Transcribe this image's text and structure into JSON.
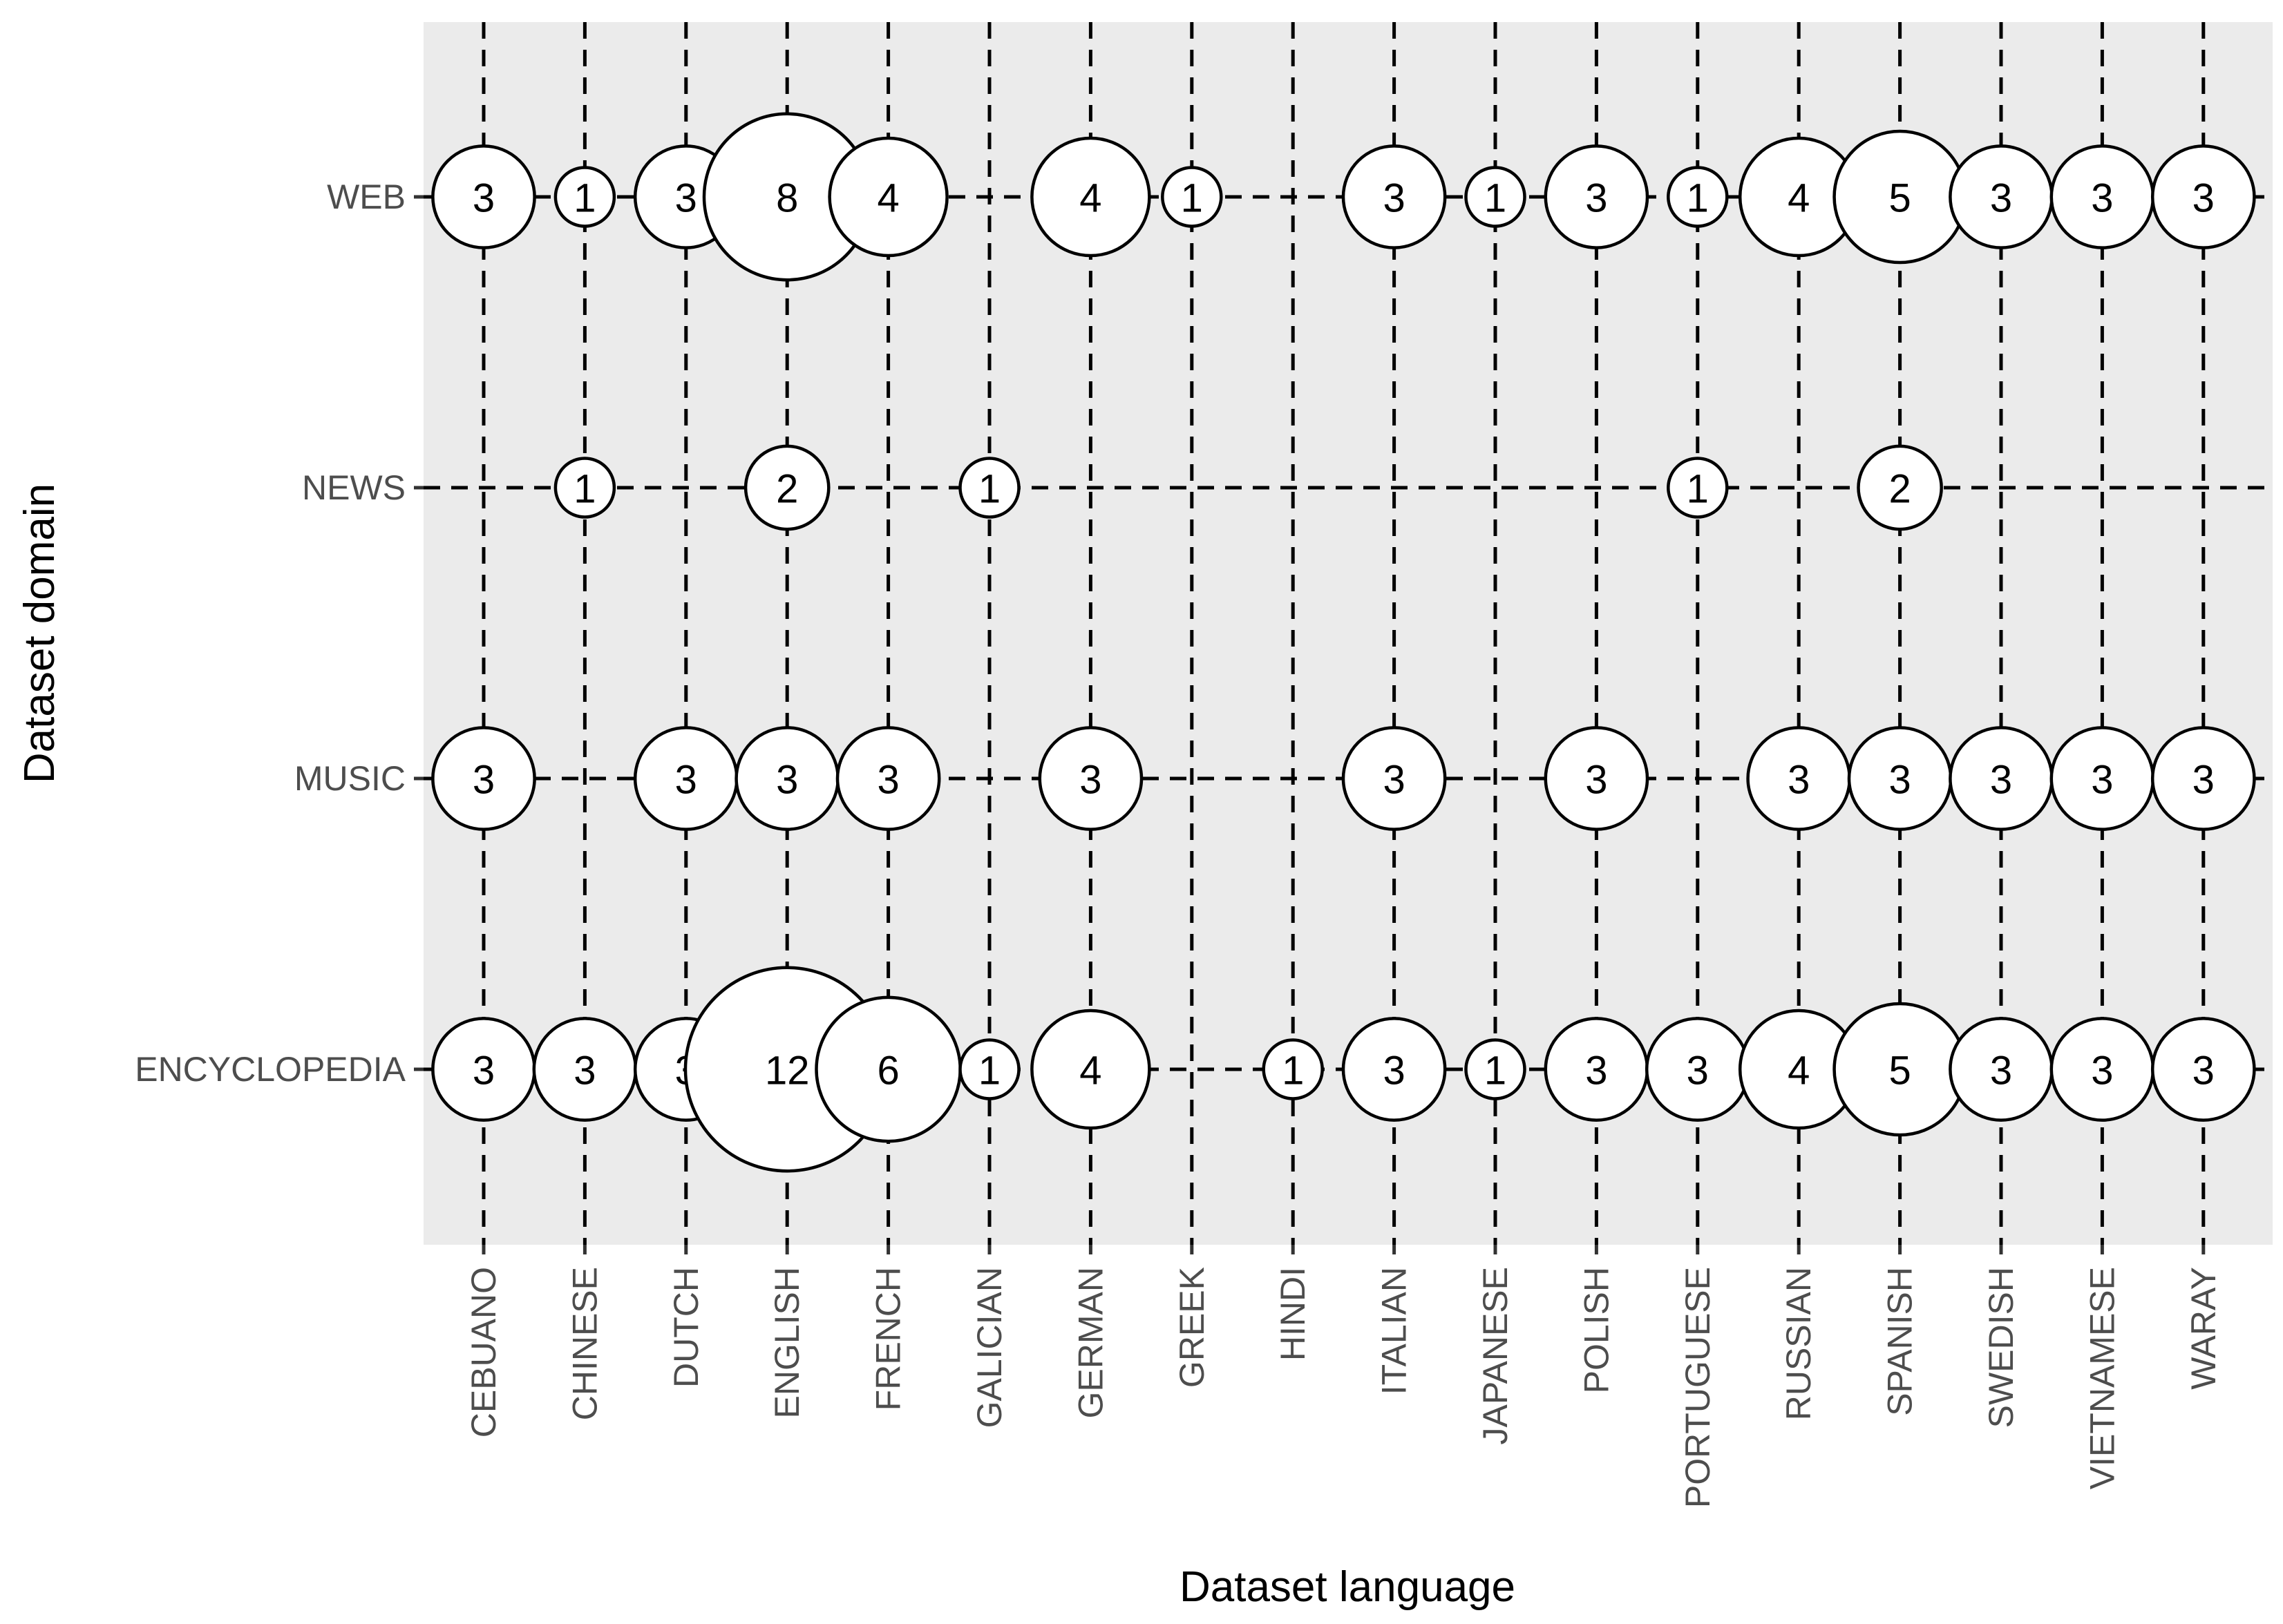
{
  "chart_data": {
    "type": "scatter",
    "subtype": "bubble",
    "title": "",
    "xlabel": "Dataset language",
    "ylabel": "Dataset domain",
    "x_categories": [
      "CEBUANO",
      "CHINESE",
      "DUTCH",
      "ENGLISH",
      "FRENCH",
      "GALICIAN",
      "GERMAN",
      "GREEK",
      "HINDI",
      "ITALIAN",
      "JAPANESE",
      "POLISH",
      "PORTUGUESE",
      "RUSSIAN",
      "SPANISH",
      "SWEDISH",
      "VIETNAMESE",
      "WARAY"
    ],
    "y_categories": [
      "ENCYCLOPEDIA",
      "MUSIC",
      "NEWS",
      "WEB"
    ],
    "grid": true,
    "legend": "none",
    "colors": {
      "panel": "#ebebeb",
      "bubble_fill": "#ffffff",
      "bubble_stroke": "#000000",
      "grid": "#000000",
      "tick_label": "#4d4d4d"
    },
    "points": [
      {
        "x": "CEBUANO",
        "y": "WEB",
        "value": 3
      },
      {
        "x": "CHINESE",
        "y": "WEB",
        "value": 1
      },
      {
        "x": "DUTCH",
        "y": "WEB",
        "value": 3
      },
      {
        "x": "ENGLISH",
        "y": "WEB",
        "value": 8
      },
      {
        "x": "FRENCH",
        "y": "WEB",
        "value": 4
      },
      {
        "x": "GERMAN",
        "y": "WEB",
        "value": 4
      },
      {
        "x": "GREEK",
        "y": "WEB",
        "value": 1
      },
      {
        "x": "ITALIAN",
        "y": "WEB",
        "value": 3
      },
      {
        "x": "JAPANESE",
        "y": "WEB",
        "value": 1
      },
      {
        "x": "POLISH",
        "y": "WEB",
        "value": 3
      },
      {
        "x": "PORTUGUESE",
        "y": "WEB",
        "value": 1
      },
      {
        "x": "RUSSIAN",
        "y": "WEB",
        "value": 4
      },
      {
        "x": "SPANISH",
        "y": "WEB",
        "value": 5
      },
      {
        "x": "SWEDISH",
        "y": "WEB",
        "value": 3
      },
      {
        "x": "VIETNAMESE",
        "y": "WEB",
        "value": 3
      },
      {
        "x": "WARAY",
        "y": "WEB",
        "value": 3
      },
      {
        "x": "CHINESE",
        "y": "NEWS",
        "value": 1
      },
      {
        "x": "ENGLISH",
        "y": "NEWS",
        "value": 2
      },
      {
        "x": "GALICIAN",
        "y": "NEWS",
        "value": 1
      },
      {
        "x": "PORTUGUESE",
        "y": "NEWS",
        "value": 1
      },
      {
        "x": "SPANISH",
        "y": "NEWS",
        "value": 2
      },
      {
        "x": "CEBUANO",
        "y": "MUSIC",
        "value": 3
      },
      {
        "x": "DUTCH",
        "y": "MUSIC",
        "value": 3
      },
      {
        "x": "ENGLISH",
        "y": "MUSIC",
        "value": 3
      },
      {
        "x": "FRENCH",
        "y": "MUSIC",
        "value": 3
      },
      {
        "x": "GERMAN",
        "y": "MUSIC",
        "value": 3
      },
      {
        "x": "ITALIAN",
        "y": "MUSIC",
        "value": 3
      },
      {
        "x": "POLISH",
        "y": "MUSIC",
        "value": 3
      },
      {
        "x": "RUSSIAN",
        "y": "MUSIC",
        "value": 3
      },
      {
        "x": "SPANISH",
        "y": "MUSIC",
        "value": 3
      },
      {
        "x": "SWEDISH",
        "y": "MUSIC",
        "value": 3
      },
      {
        "x": "VIETNAMESE",
        "y": "MUSIC",
        "value": 3
      },
      {
        "x": "WARAY",
        "y": "MUSIC",
        "value": 3
      },
      {
        "x": "CEBUANO",
        "y": "ENCYCLOPEDIA",
        "value": 3
      },
      {
        "x": "CHINESE",
        "y": "ENCYCLOPEDIA",
        "value": 3
      },
      {
        "x": "DUTCH",
        "y": "ENCYCLOPEDIA",
        "value": 3
      },
      {
        "x": "ENGLISH",
        "y": "ENCYCLOPEDIA",
        "value": 12
      },
      {
        "x": "FRENCH",
        "y": "ENCYCLOPEDIA",
        "value": 6
      },
      {
        "x": "GALICIAN",
        "y": "ENCYCLOPEDIA",
        "value": 1
      },
      {
        "x": "GERMAN",
        "y": "ENCYCLOPEDIA",
        "value": 4
      },
      {
        "x": "HINDI",
        "y": "ENCYCLOPEDIA",
        "value": 1
      },
      {
        "x": "ITALIAN",
        "y": "ENCYCLOPEDIA",
        "value": 3
      },
      {
        "x": "JAPANESE",
        "y": "ENCYCLOPEDIA",
        "value": 1
      },
      {
        "x": "POLISH",
        "y": "ENCYCLOPEDIA",
        "value": 3
      },
      {
        "x": "PORTUGUESE",
        "y": "ENCYCLOPEDIA",
        "value": 3
      },
      {
        "x": "RUSSIAN",
        "y": "ENCYCLOPEDIA",
        "value": 4
      },
      {
        "x": "SPANISH",
        "y": "ENCYCLOPEDIA",
        "value": 5
      },
      {
        "x": "SWEDISH",
        "y": "ENCYCLOPEDIA",
        "value": 3
      },
      {
        "x": "VIETNAMESE",
        "y": "ENCYCLOPEDIA",
        "value": 3
      },
      {
        "x": "WARAY",
        "y": "ENCYCLOPEDIA",
        "value": 3
      }
    ]
  }
}
